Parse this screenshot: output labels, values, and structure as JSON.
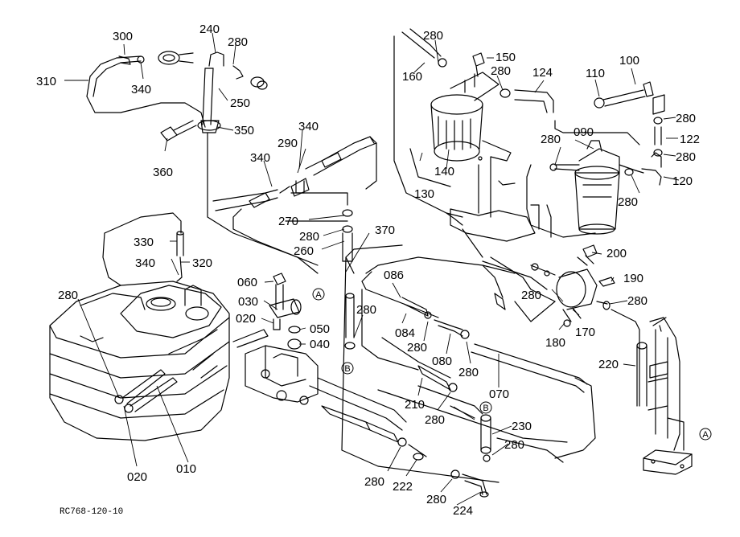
{
  "diagram": {
    "reference": "RC768-120-10",
    "markers": {
      "a": "A",
      "b": "B"
    },
    "labels": {
      "l300": "300",
      "l310": "310",
      "l340a": "340",
      "l240": "240",
      "l280a": "280",
      "l250": "250",
      "l350": "350",
      "l360": "360",
      "l340b": "340",
      "l290": "290",
      "l340c": "340",
      "l270": "270",
      "l280b": "280",
      "l260": "260",
      "l370": "370",
      "l330": "330",
      "l320": "320",
      "l340d": "340",
      "l060": "060",
      "l030": "030",
      "l020a": "020",
      "l050": "050",
      "l040": "040",
      "l280c": "280",
      "l280d": "280",
      "l020b": "020",
      "l010": "010",
      "l280e": "280",
      "l160": "160",
      "l150": "150",
      "l280f": "280",
      "l124": "124",
      "l110": "110",
      "l100": "100",
      "l280g": "280",
      "l122": "122",
      "l280h": "280",
      "l120": "120",
      "l090": "090",
      "l280i": "280",
      "l280j": "280",
      "l140": "140",
      "l130": "130",
      "l200": "200",
      "l190": "190",
      "l280k": "280",
      "l280l": "280",
      "l170": "170",
      "l180": "180",
      "l086": "086",
      "l084": "084",
      "l280m": "280",
      "l080": "080",
      "l280n": "280",
      "l070": "070",
      "l210": "210",
      "l280o": "280",
      "l230": "230",
      "l280p": "280",
      "l220": "220",
      "l280q": "280",
      "l222": "222",
      "l280r": "280",
      "l224": "224"
    }
  }
}
